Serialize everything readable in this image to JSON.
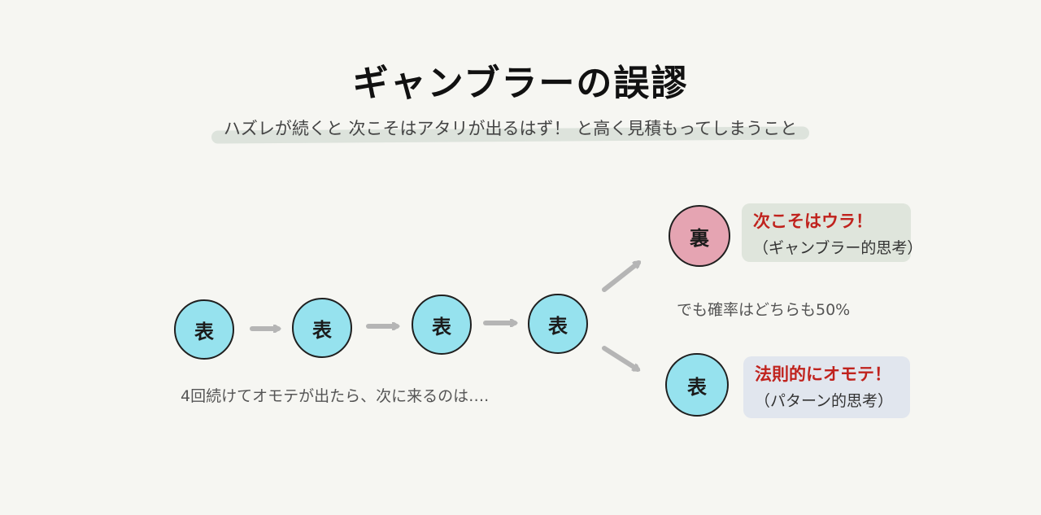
{
  "title": "ギャンブラーの誤謬",
  "subtitle": "ハズレが続くと 次こそはアタリが出るはず！ と高く見積もってしまうこと",
  "sequence": {
    "coins": [
      "表",
      "表",
      "表",
      "表"
    ],
    "caption": "4回続けてオモテが出たら、次に来るのは…."
  },
  "outcomes": [
    {
      "coin": "裏",
      "headline": "次こそはウラ！",
      "note": "（ギャンブラー的思考）",
      "colors": {
        "coin": "#e5a4b2",
        "bubble": "#dfe5dc"
      }
    },
    {
      "coin": "表",
      "headline": "法則的にオモテ！",
      "note": "（パターン的思考）",
      "colors": {
        "coin": "#96e2ee",
        "bubble": "#e1e6ee"
      }
    }
  ],
  "probability_note": "でも確率はどちらも50%",
  "colors": {
    "background": "#f6f6f2",
    "coin_omote": "#96e2ee",
    "coin_ura": "#e5a4b2",
    "headline_red": "#c0221d",
    "arrow_gray": "#b5b5b5"
  }
}
